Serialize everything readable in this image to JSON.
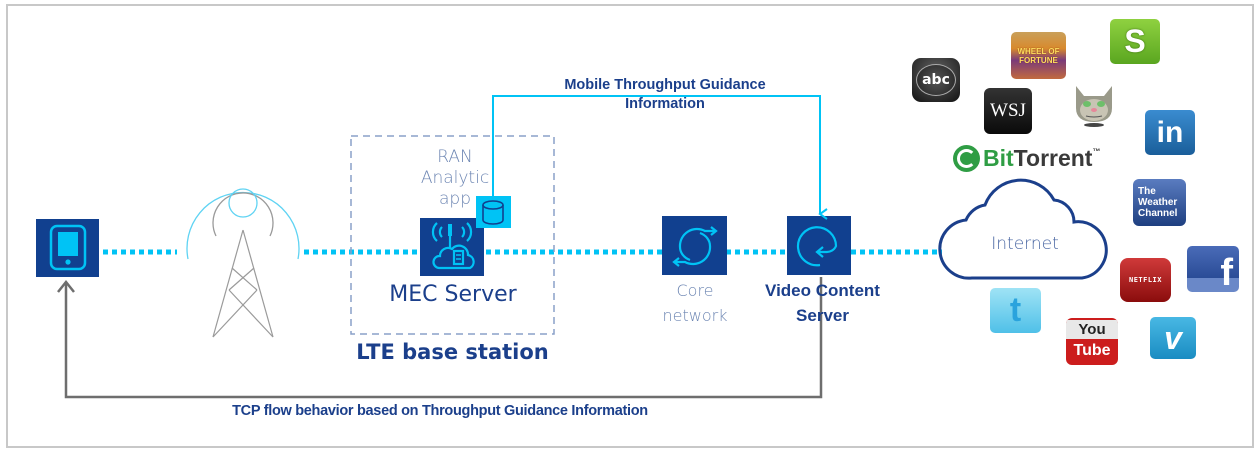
{
  "diagram": {
    "nodes": {
      "device": {
        "label": ""
      },
      "ran_app": {
        "label_lines": [
          "RAN",
          "Analytic",
          "app"
        ]
      },
      "mec_server": {
        "label": "MEC Server"
      },
      "lte_base_station": {
        "label": "LTE base station"
      },
      "core_network": {
        "label_lines": [
          "Core",
          "network"
        ]
      },
      "video_content_server": {
        "label_lines": [
          "Video Content",
          "Server"
        ]
      },
      "internet": {
        "label": "Internet"
      }
    },
    "edges": {
      "guidance": {
        "label_lines": [
          "Mobile Throughput Guidance",
          "Information"
        ]
      },
      "tcp_flow": {
        "label": "TCP flow behavior based on Throughput Guidance Information"
      }
    },
    "logos": {
      "abc": "abc",
      "wheel_of_fortune": [
        "WHEEL OF",
        "FORTUNE"
      ],
      "scribd": "S",
      "wsj": "WSJ",
      "talking_tom": "",
      "bittorrent": "BitTorrent",
      "bittorrent_tm": "™",
      "linkedin": "in",
      "weather_channel": [
        "The",
        "Weather",
        "Channel"
      ],
      "netflix": "NETFLIX",
      "facebook": "f",
      "twitter": "t",
      "youtube": [
        "You",
        "Tube"
      ],
      "vimeo": "v"
    },
    "colors": {
      "node_fill": "#11408f",
      "accent_cyan": "#00c3f5",
      "dark_blue": "#1b3f8b",
      "muted_blue": "#6d86b3",
      "gray_link": "#6e6e6e",
      "dashed_box": "#8aa0c8"
    }
  }
}
